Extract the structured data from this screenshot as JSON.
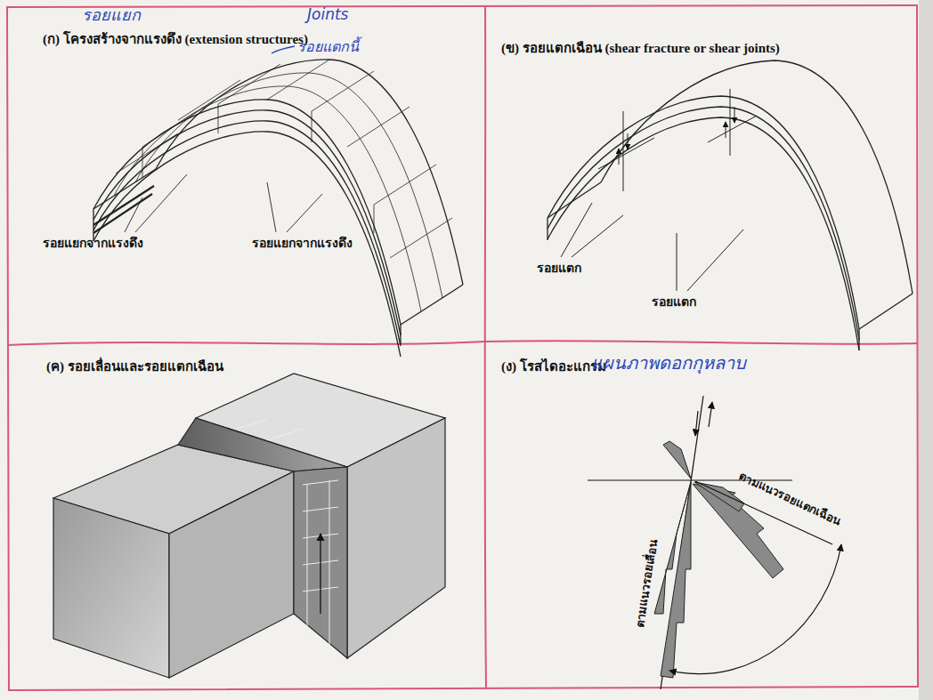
{
  "diagram": {
    "nodes": [
      {
        "text": [
          "(ก) โครงสร้างจากแรงดึง (extension structures)"
        ]
      },
      {
        "text": [
          "(ข) รอยแตกเฉือน (shear fracture or shear joints)"
        ]
      },
      {
        "text": [
          "(ค) รอยเลื่อนและรอยแตกเฉือน"
        ]
      },
      {
        "text": [
          "(ง) โรสไดอะแกรม"
        ]
      }
    ],
    "labels": [
      "รอยแยก",
      "Joints",
      "รอยแตกนี้",
      "รอยแยกจากแรงดึง",
      "รอยแยกจากแรงดึง",
      "รอยแตก",
      "รอยแตก",
      "แผนภาพดอกกุหลาบ",
      "ตามแนวรอยเลื่อน",
      "ตามแนวรอยแตกเฉือน"
    ]
  }
}
